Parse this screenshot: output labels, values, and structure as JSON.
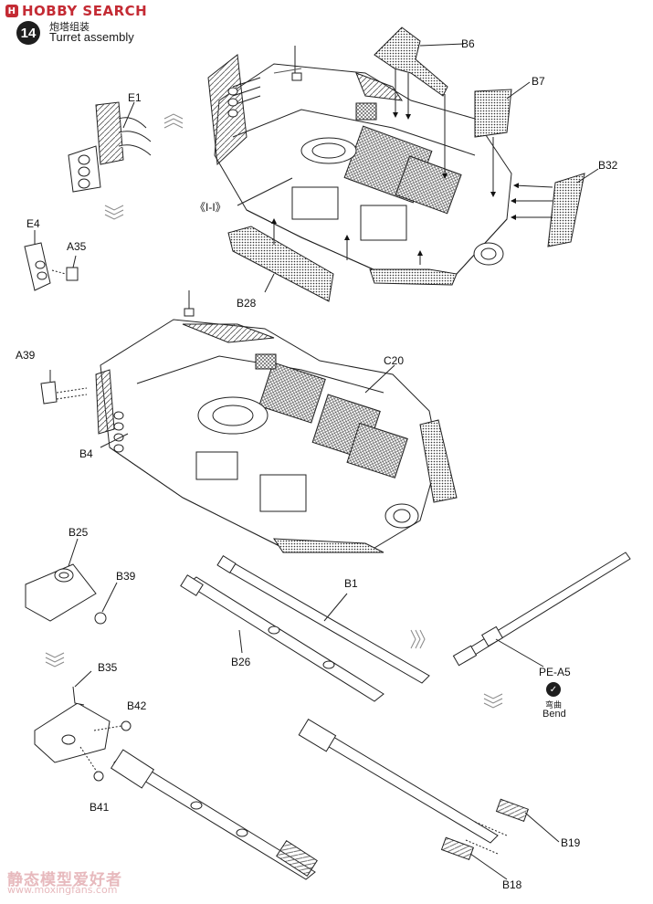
{
  "watermark_top": {
    "text": "HOBBY SEARCH",
    "badge": "H"
  },
  "step": {
    "number": "14",
    "title_cn": "炮塔组装",
    "title_en": "Turret assembly"
  },
  "labels": {
    "B6": "B6",
    "B7": "B7",
    "E1": "E1",
    "B32": "B32",
    "I1": "《I-I》",
    "E4": "E4",
    "A35": "A35",
    "B28": "B28",
    "A39": "A39",
    "C20": "C20",
    "B4": "B4",
    "B25": "B25",
    "B39": "B39",
    "B1": "B1",
    "B26": "B26",
    "PEA5": "PE-A5",
    "B35": "B35",
    "B42": "B42",
    "B41": "B41",
    "B19": "B19",
    "B18": "B18"
  },
  "bend": {
    "cn": "弯曲",
    "en": "Bend",
    "icon": "bend-icon"
  },
  "watermark_bottom": {
    "text": "静态模型爱好者",
    "url": "www.moxingfans.com"
  },
  "colors": {
    "line": "#222222",
    "mesh": "#555555",
    "accent_watermark": "#c42b34",
    "faint_watermark": "#e7b9bd"
  }
}
